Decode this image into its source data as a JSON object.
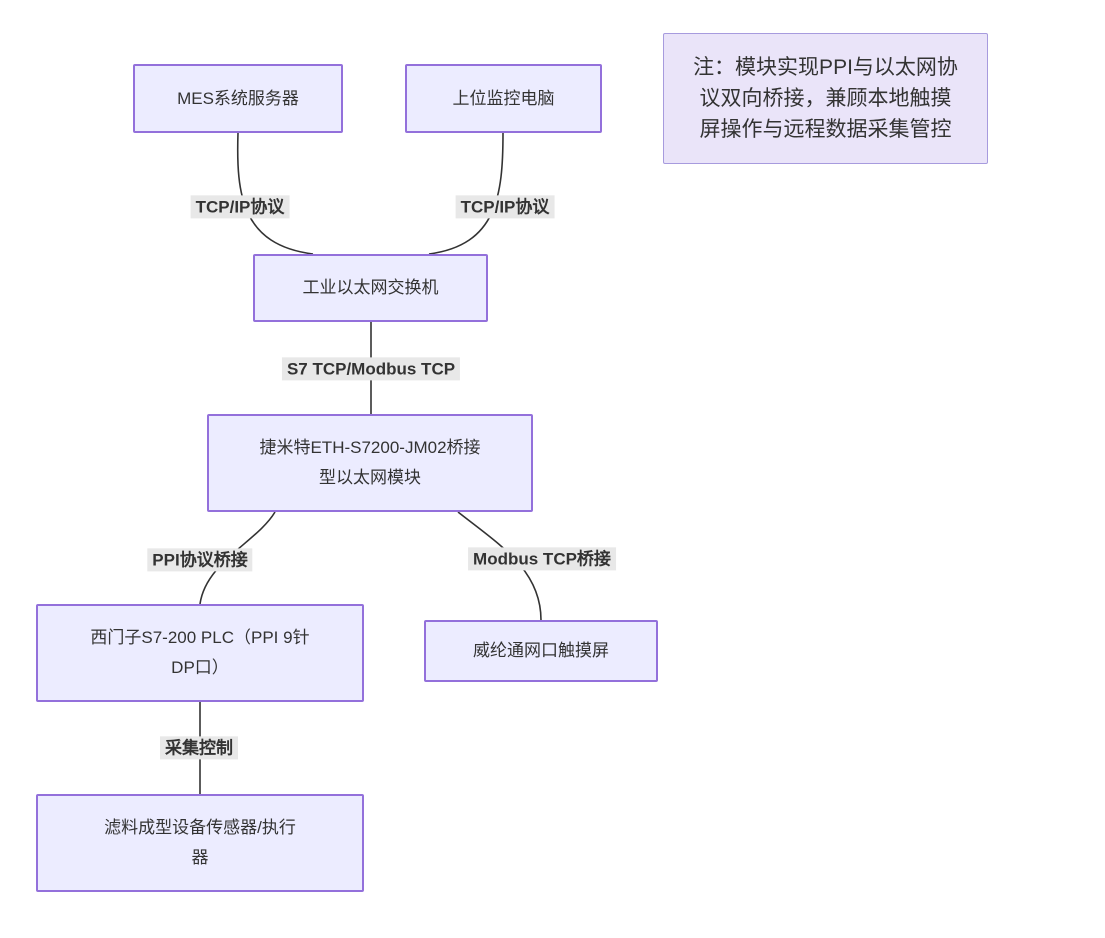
{
  "diagram": {
    "note": {
      "text": "注：模块实现PPI与以太网协\n议双向桥接，兼顾本地触摸\n屏操作与远程数据采集管控"
    },
    "nodes": [
      {
        "id": "mes-server",
        "label": "MES系统服务器"
      },
      {
        "id": "host-pc",
        "label": "上位监控电脑"
      },
      {
        "id": "ethernet-switch",
        "label": "工业以太网交换机"
      },
      {
        "id": "bridge-module",
        "label": "捷米特ETH-S7200-JM02桥接\n型以太网模块"
      },
      {
        "id": "s7-200-plc",
        "label": "西门子S7-200 PLC（PPI 9针\nDP口）"
      },
      {
        "id": "hmi-touchscreen",
        "label": "威纶通网口触摸屏"
      },
      {
        "id": "forming-equipment",
        "label": "滤料成型设备传感器/执行\n器"
      }
    ],
    "edges": [
      {
        "from": "mes-server",
        "to": "ethernet-switch",
        "label": "TCP/IP协议"
      },
      {
        "from": "host-pc",
        "to": "ethernet-switch",
        "label": "TCP/IP协议"
      },
      {
        "from": "ethernet-switch",
        "to": "bridge-module",
        "label": "S7 TCP/Modbus TCP"
      },
      {
        "from": "bridge-module",
        "to": "s7-200-plc",
        "label": "PPI协议桥接"
      },
      {
        "from": "bridge-module",
        "to": "hmi-touchscreen",
        "label": "Modbus TCP桥接"
      },
      {
        "from": "s7-200-plc",
        "to": "forming-equipment",
        "label": "采集控制"
      }
    ],
    "colors": {
      "node_fill": "#ECECFF",
      "node_border": "#9370DB",
      "note_fill": "#EAE4F9",
      "note_border": "#A79BDE",
      "edge_label_bg": "#E8E8E8",
      "line": "#333333",
      "text": "#333333",
      "background": "#FFFFFF"
    }
  }
}
